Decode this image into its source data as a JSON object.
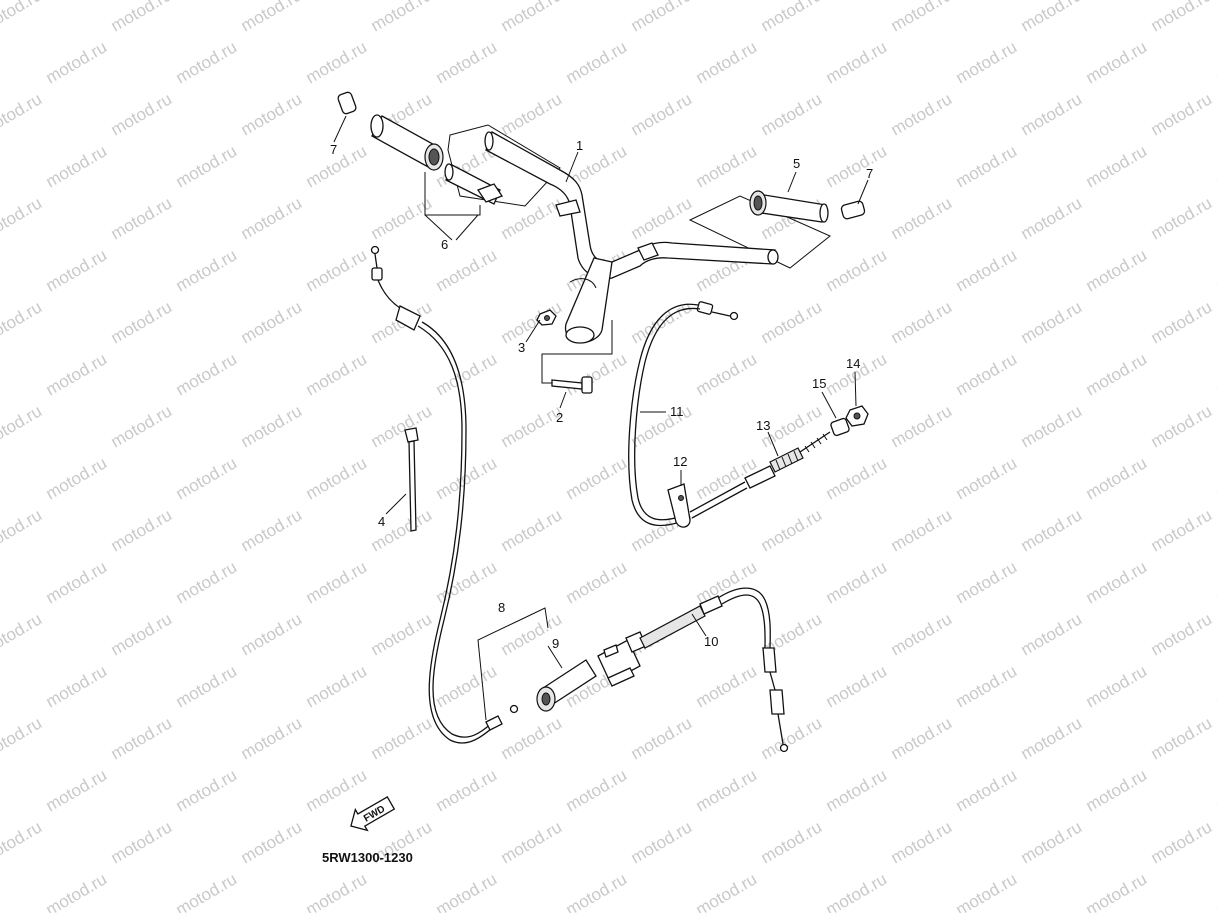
{
  "watermark": "motod.ru",
  "diagram_code": "5RW1300-1230",
  "fwd_label": "FWD",
  "parts": [
    {
      "number": "1"
    },
    {
      "number": "2"
    },
    {
      "number": "3"
    },
    {
      "number": "4"
    },
    {
      "number": "5"
    },
    {
      "number": "6"
    },
    {
      "number": "7"
    },
    {
      "number": "7"
    },
    {
      "number": "8"
    },
    {
      "number": "9"
    },
    {
      "number": "10"
    },
    {
      "number": "11"
    },
    {
      "number": "12"
    },
    {
      "number": "13"
    },
    {
      "number": "14"
    },
    {
      "number": "15"
    }
  ],
  "colors": {
    "line": "#111111",
    "watermark": "#c9c9c9",
    "background": "#ffffff"
  }
}
